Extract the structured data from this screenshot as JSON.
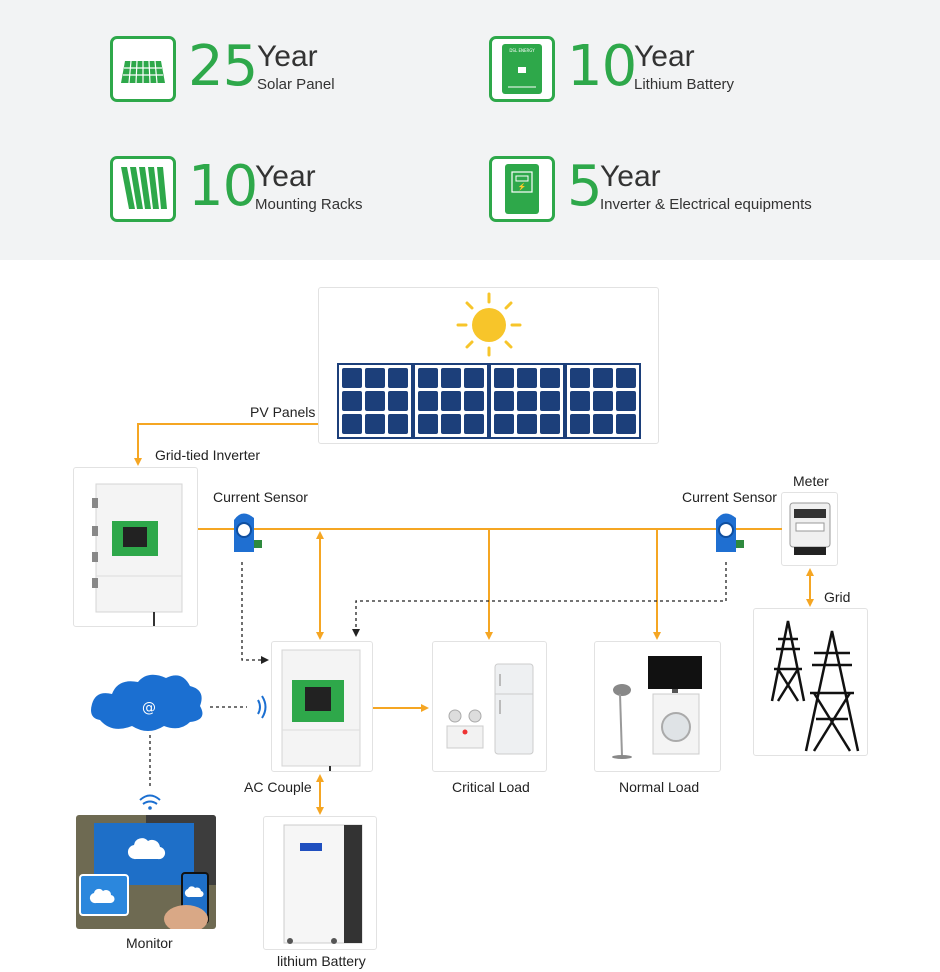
{
  "warranties": [
    {
      "num": "25",
      "year": "Year",
      "desc": "Solar Panel"
    },
    {
      "num": "10",
      "year": "Year",
      "desc": "Lithium Battery",
      "icon_text": "DSL ENERGY"
    },
    {
      "num": "10",
      "year": "Year",
      "desc": "Mounting Racks"
    },
    {
      "num": "5",
      "year": "Year",
      "desc": "Inverter & Electrical equipments"
    }
  ],
  "diagram": {
    "pv_panels": "PV Panels",
    "grid_tied_inverter": "Grid-tied Inverter",
    "current_sensor_left": "Current Sensor",
    "current_sensor_right": "Current Sensor",
    "meter": "Meter",
    "grid": "Grid",
    "ac_couple": "AC Couple",
    "critical_load": "Critical Load",
    "normal_load": "Normal Load",
    "monitor": "Monitor",
    "lithium_battery": "lithium Battery",
    "cloud_symbol": "@"
  },
  "colors": {
    "green": "#2ea84a",
    "orange": "#f5a623",
    "panel_blue": "#1c3f7a",
    "sensor_blue": "#1f6fd1",
    "cloud_blue": "#1b6fd1"
  }
}
